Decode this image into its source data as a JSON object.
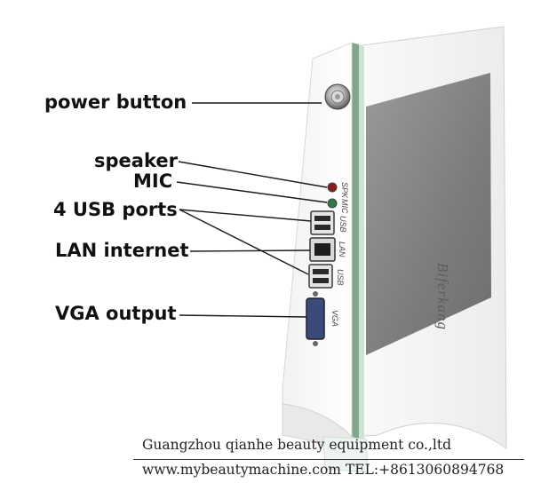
{
  "labels": {
    "power": "power button",
    "speaker": "speaker",
    "mic": "MIC",
    "usb": "4 USB ports",
    "lan": "LAN internet",
    "vga": "VGA output"
  },
  "port_labels": {
    "spk": "SPK",
    "mic": "MIC",
    "usb_top": "USB",
    "lan": "LAN",
    "usb_bottom": "USB",
    "vga": "VGA"
  },
  "device_brand": "Biferkang",
  "footer": {
    "company": "Guangzhou qianhe beauty equipment co.,ltd",
    "contact": "www.mybeautymachine.com TEL:+8613060894768"
  },
  "colors": {
    "device_body": "#f5f5f5",
    "screen": "#8a8a8a",
    "edge_green": "#7fa68a",
    "text": "#111111"
  }
}
